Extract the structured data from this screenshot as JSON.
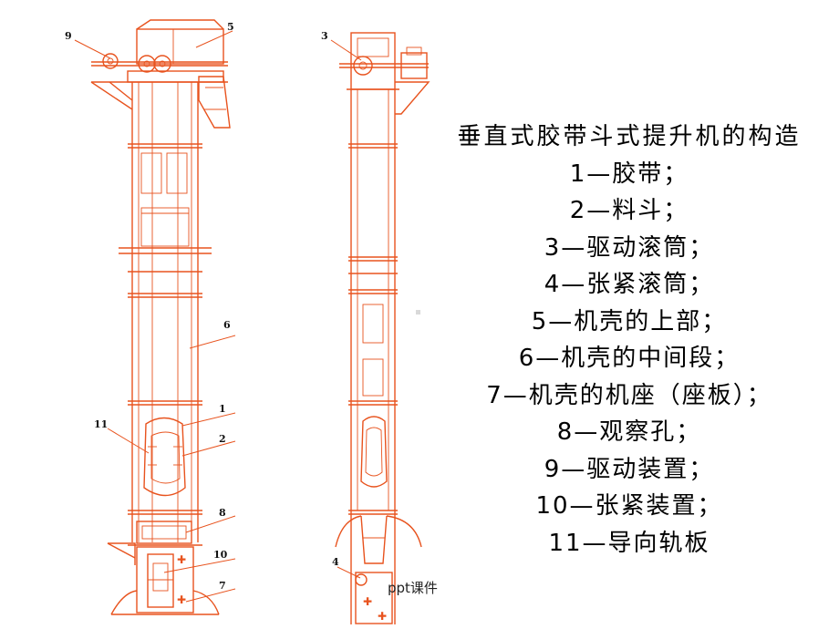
{
  "legend": {
    "title": "垂直式胶带斗式提升机的构造",
    "items": [
      "1—胶带；",
      "2—料斗；",
      "3—驱动滚筒；",
      "4—张紧滚筒；",
      "5—机壳的上部；",
      "6—机壳的中间段；",
      "7—机壳的机座（座板）；",
      "8—观察孔；",
      "9—驱动装置；",
      "10—张紧装置；",
      "11—导向轨板"
    ]
  },
  "callouts": {
    "n1": "1",
    "n2": "2",
    "n3": "3",
    "n4": "4",
    "n5": "5",
    "n6": "6",
    "n7": "7",
    "n8": "8",
    "n9": "9",
    "n10": "10",
    "n11": "11"
  },
  "footer": "ppt课件",
  "colors": {
    "drawing": "#e8531e",
    "text": "#000000"
  }
}
